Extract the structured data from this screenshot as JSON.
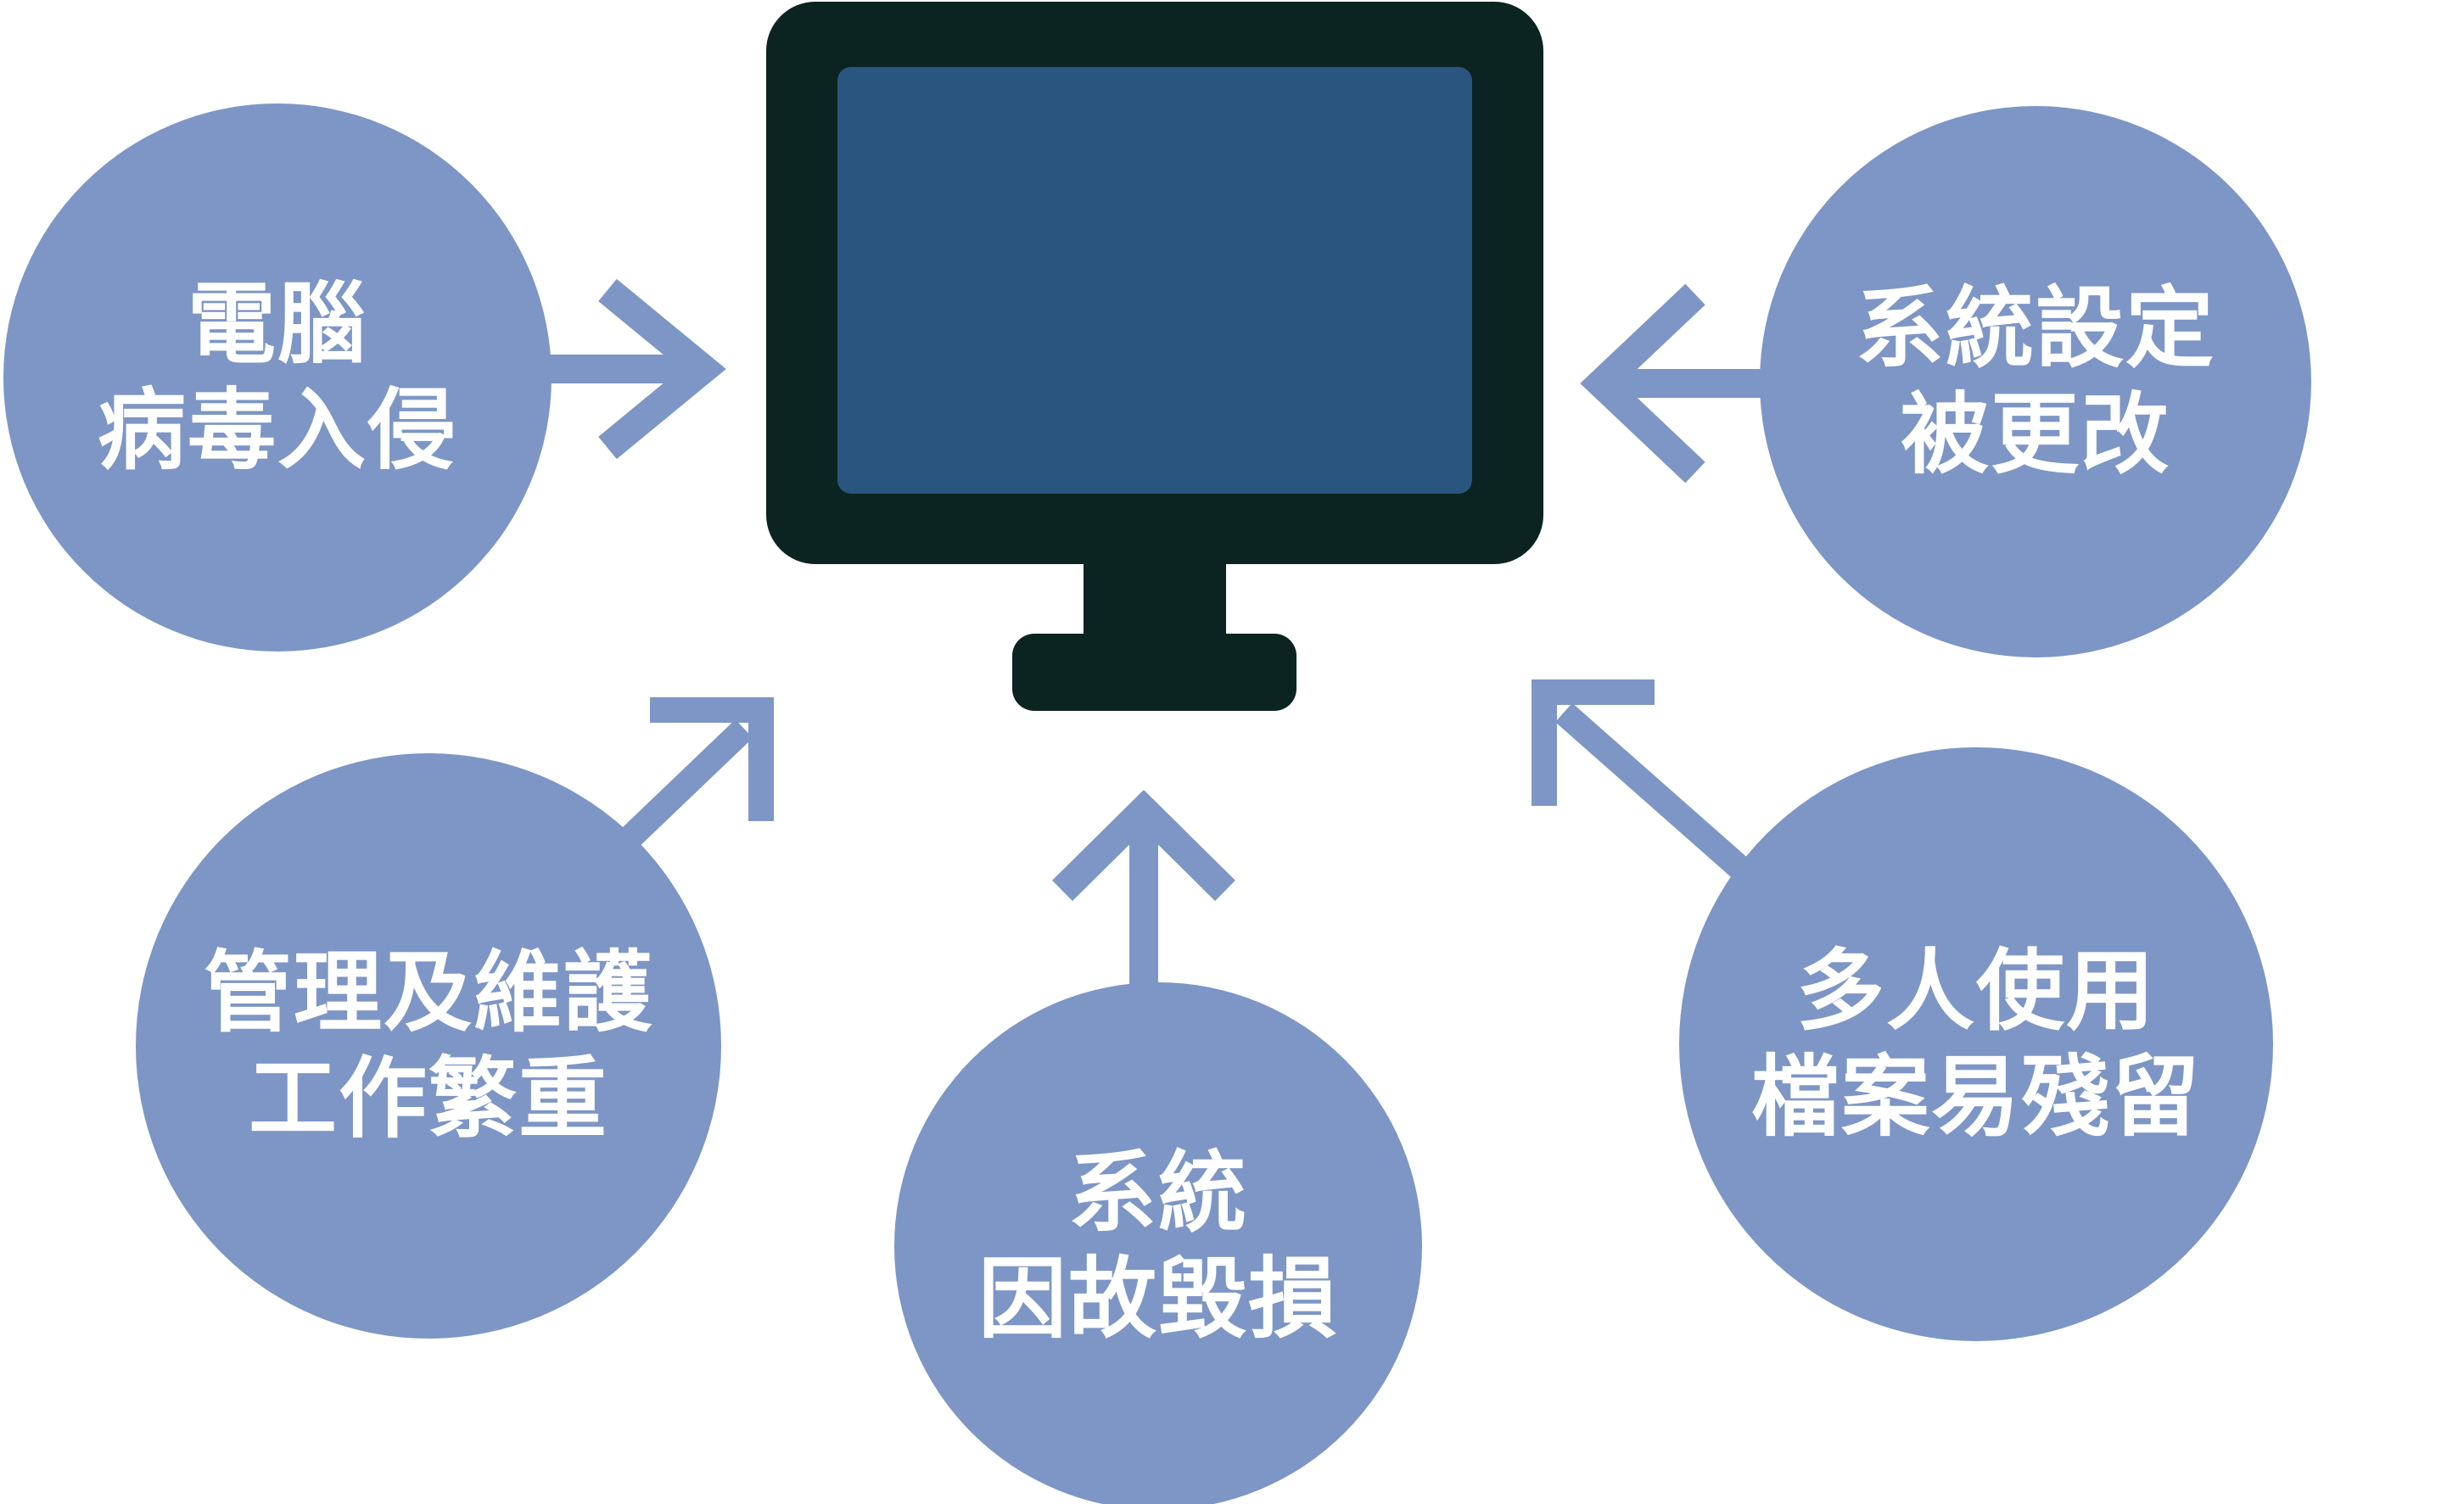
{
  "palette": {
    "background": "#ffffff",
    "circle_blue": "#7d96c5",
    "arrow_blue": "#7d96c5",
    "monitor_frame": "#0c2421",
    "monitor_screen": "#2a557e",
    "text_white": "#ffffff"
  },
  "diagram": {
    "center_icon": "computer-monitor",
    "circles": [
      {
        "id": "computer-virus",
        "lines": [
          "電腦",
          "病毒入侵"
        ]
      },
      {
        "id": "system-settings",
        "lines": [
          "系統設定",
          "被更改"
        ]
      },
      {
        "id": "maintenance-work",
        "lines": [
          "管理及維護",
          "工作繁重"
        ]
      },
      {
        "id": "system-damage",
        "lines": [
          "系統",
          "因故毀損"
        ]
      },
      {
        "id": "multi-user-files",
        "lines": [
          "多人使用",
          "檔案易殘留"
        ]
      }
    ]
  }
}
